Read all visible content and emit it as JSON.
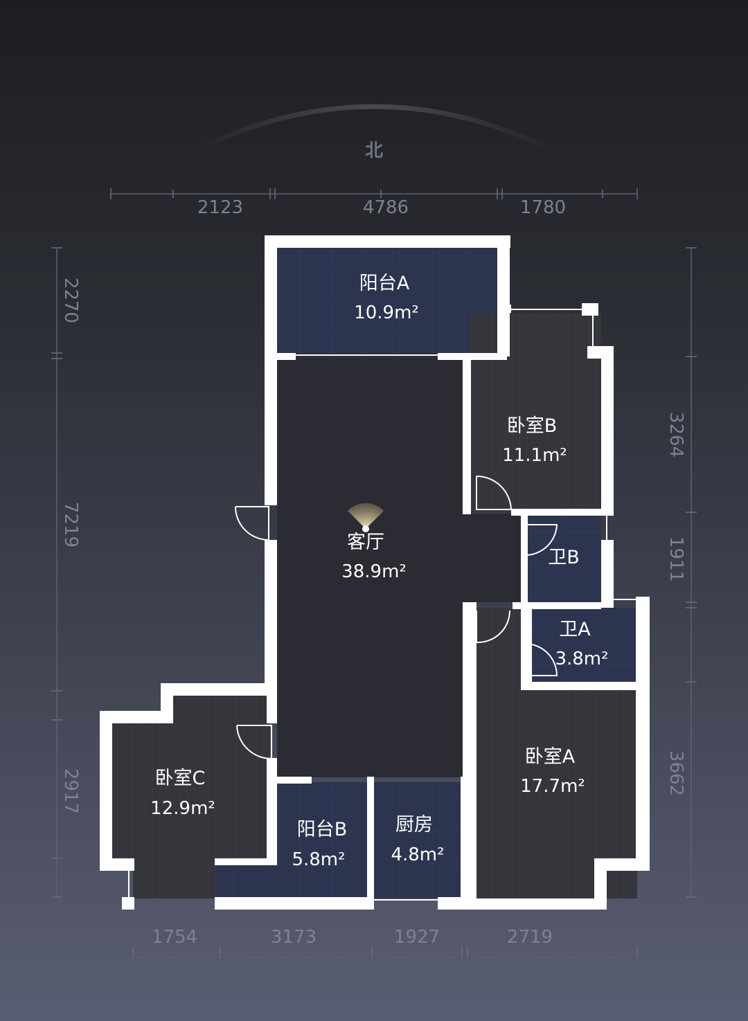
{
  "compass": {
    "label": "北",
    "icon": "compass-arc-icon"
  },
  "dimensions": {
    "top": [
      "2123",
      "4786",
      "1780"
    ],
    "bottom": [
      "1754",
      "3173",
      "1927",
      "2719"
    ],
    "left": [
      "2270",
      "7219",
      "2917"
    ],
    "right": [
      "3264",
      "1911",
      "3662"
    ]
  },
  "rooms": {
    "balcony_a": {
      "name": "阳台A",
      "area": "10.9m²"
    },
    "bedroom_b": {
      "name": "卧室B",
      "area": "11.1m²"
    },
    "living": {
      "name": "客厅",
      "area": "38.9m²"
    },
    "bath_b": {
      "name": "卫B"
    },
    "bath_a": {
      "name": "卫A",
      "area": "3.8m²"
    },
    "bedroom_a": {
      "name": "卧室A",
      "area": "17.7m²"
    },
    "bedroom_c": {
      "name": "卧室C",
      "area": "12.9m²"
    },
    "balcony_b": {
      "name": "阳台B",
      "area": "5.8m²"
    },
    "kitchen": {
      "name": "厨房",
      "area": "4.8m²"
    }
  },
  "colors": {
    "wall": "#ffffff",
    "floor_tile": "#2c3450",
    "floor_wood": "#33343a",
    "floor_living": "#2b2c33"
  }
}
